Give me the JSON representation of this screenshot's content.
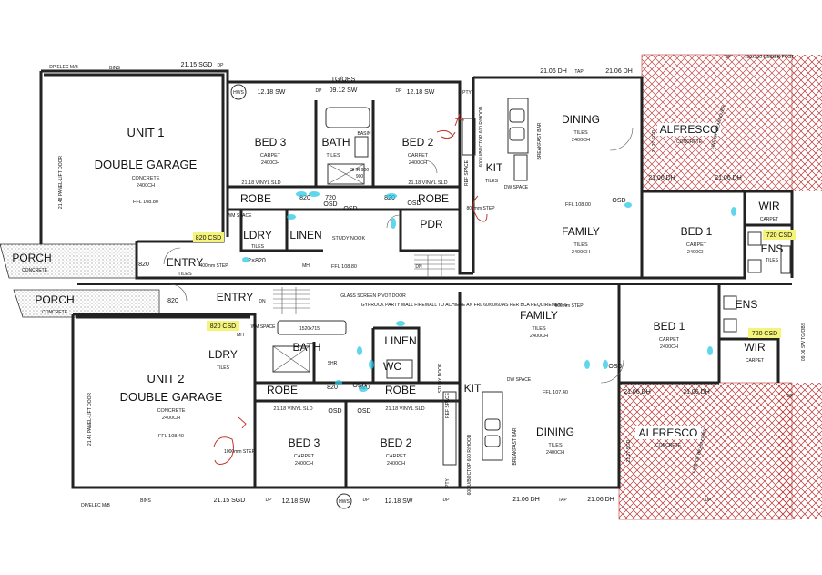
{
  "unit1": {
    "garage": {
      "name1": "UNIT 1",
      "name2": "DOUBLE GARAGE",
      "floor": "CONCRETE",
      "ceiling": "2400CH",
      "ffl": "FFL 108.80",
      "door": "21.48 PANEL-LIFT DOOR"
    },
    "bed3": {
      "name": "BED 3",
      "floor": "CARPET",
      "ceiling": "2400CH",
      "window": "12.18 SW",
      "robe_door": "21.18 VINYL SLD"
    },
    "bath": {
      "name": "BATH",
      "floor": "TILES",
      "basin": "BASIN",
      "shr": "SHR 900",
      "shr2": "900"
    },
    "bed2": {
      "name": "BED 2",
      "floor": "CARPET",
      "ceiling": "2400CH",
      "window": "12.18 SW",
      "robe_door": "21.18 VINYL SLD"
    },
    "kitchen": {
      "name": "KIT",
      "floor": "TILES",
      "pty": "PTY",
      "ref": "REF SPACE",
      "cooktop": "600 U/BOCTOP 600 R/HOOD",
      "dw": "DW SPACE",
      "breakfast": "BREAKFAST BAR",
      "step": "800mm STEP"
    },
    "dining": {
      "name": "DINING",
      "floor": "TILES",
      "ceiling": "2400CH"
    },
    "family": {
      "name": "FAMILY",
      "floor": "TILES",
      "ceiling": "2400CH",
      "ffl": "FFL 108.00"
    },
    "alfresco": {
      "name": "ALFRESCO",
      "floor": "CONCRETE",
      "beam": "LINE OF BEAM OVER",
      "post": "100x100 TIMBER POST",
      "window": "21.27 SGD"
    },
    "bed1": {
      "name": "BED 1",
      "floor": "CARPET",
      "ceiling": "2400CH"
    },
    "wir": {
      "name": "WIR",
      "floor": "CARPET"
    },
    "ens": {
      "name": "ENS",
      "floor": "TILES"
    },
    "robe1": "ROBE",
    "robe2": "ROBE",
    "ldry": {
      "name": "LDRY",
      "floor": "TILES",
      "wm": "WM SPACE",
      "door": "2×820"
    },
    "linen": "LINEN",
    "pdr": "PDR",
    "nook": "STUDY NOOK",
    "mh": "MH",
    "entry": {
      "name": "ENTRY",
      "floor": "TILES",
      "step": "400mm STEP",
      "ffl": "FFL 108.80",
      "dn": "DN"
    },
    "porch": {
      "name": "PORCH",
      "floor": "CONCRETE"
    },
    "csd": "820 CSD",
    "ens_csd": "720 CSD"
  },
  "unit2": {
    "garage": {
      "name1": "UNIT 2",
      "name2": "DOUBLE GARAGE",
      "floor": "CONCRETE",
      "ceiling": "2400CH",
      "ffl": "FFL 108.40",
      "door": "21.48 PANEL-LIFT DOOR"
    },
    "ldry": {
      "name": "LDRY",
      "floor": "TILES",
      "wm": "WM SPACE"
    },
    "bath": {
      "name": "BATH",
      "bath_size": "1520x715",
      "shr": "SHR"
    },
    "linen": "LINEN",
    "wc": "WC",
    "nook": "STUDY NOOK",
    "robe1": "ROBE",
    "robe2": "ROBE",
    "bed3": {
      "name": "BED 3",
      "floor": "CARPET",
      "ceiling": "2400CH",
      "step": "1000mm STEP",
      "robe_door": "21.18 VINYL SLD",
      "window": "12.18 SW"
    },
    "bed2": {
      "name": "BED 2",
      "floor": "CARPET",
      "ceiling": "2400CH",
      "robe_door": "21.18 VINYL SLD",
      "window": "12.18 SW"
    },
    "kitchen": {
      "name": "KIT",
      "ref": "REF SPACE",
      "pty": "PTY",
      "cooktop": "600 U/BOCTOP 600 R/HOOD",
      "dw": "DW SPACE",
      "breakfast": "BREAKFAST BAR"
    },
    "family": {
      "name": "FAMILY",
      "floor": "TILES",
      "ceiling": "2400CH",
      "ffl": "FFL 107.40",
      "step": "600mm STEP"
    },
    "dining": {
      "name": "DINING",
      "floor": "TILES",
      "ceiling": "2400CH"
    },
    "bed1": {
      "name": "BED 1",
      "floor": "CARPET",
      "ceiling": "2400CH"
    },
    "ens": "ENS",
    "wir": {
      "name": "WIR",
      "floor": "CARPET"
    },
    "alfresco": {
      "name": "ALFRESCO",
      "floor": "CONCRETE",
      "beam": "LINE OF BEAM OVER",
      "window": "21.27 SGD"
    },
    "entry": {
      "name": "ENTRY",
      "dn": "DN"
    },
    "porch": {
      "name": "PORCH",
      "floor": "CONCRETE"
    },
    "csd": "820 CSD",
    "ens_csd": "720 CSD",
    "mh": "MH"
  },
  "notes": {
    "glass_screen": "GLASS SCREEN PIVOT DOOR",
    "party_wall": "GYPROCK PARTY WALL FIREWALL TO ACHIEVE AN FRL 60/60/60 AS PER BCA REQUIREMENTS",
    "tg_obs": "TG/OBS",
    "tg_obs_w": "09.12 SW",
    "tg_obs_r": "09.06 SW TG/OBS",
    "bins": "BINS",
    "dp_elec": "DP ELEC M/B",
    "dp_elec2": "DP/ELEC M/B",
    "hws": "HWS",
    "w_sgd": "21.15 SGD",
    "w_dh": "21.06 DH",
    "w_sw": "12.18 SW",
    "tap": "TAP",
    "dp": "DP"
  },
  "labels": {
    "osd": "OSD",
    "d820": "820",
    "d720": "720",
    "dn": "DN"
  }
}
